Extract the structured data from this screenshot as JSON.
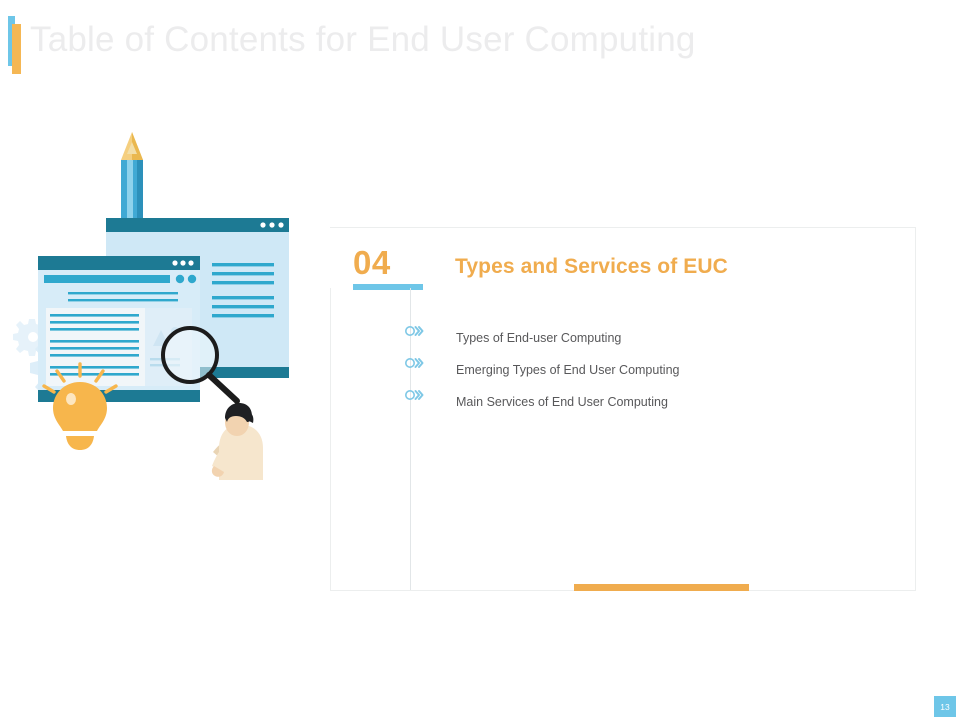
{
  "slide": {
    "title": "Table of Contents for End User Computing",
    "accent_blue": "#6ec6e8",
    "accent_orange": "#f0ac4e",
    "title_color": "#ececed",
    "page_number": "13"
  },
  "section": {
    "number": "04",
    "heading": "Types and Services of EUC",
    "items": [
      {
        "label": "Types of End-user Computing"
      },
      {
        "label": "Emerging Types of End User Computing"
      },
      {
        "label": "Main Services of End User Computing"
      }
    ]
  },
  "illustration": {
    "name": "end-user-computing-illustration",
    "elements": [
      "pencil-icon",
      "gear-icon",
      "browser-window-back",
      "browser-window-front",
      "lightbulb-icon",
      "magnifying-glass-icon",
      "person-figure"
    ],
    "colors": {
      "dark_teal": "#1d7a94",
      "mid_blue": "#2fa8cd",
      "light_blue": "#cbe7f5",
      "pale_blue": "#e8f4fb",
      "orange": "#f7b64c",
      "skin": "#f2d3b0",
      "shirt": "#f6e6cd",
      "pants": "#1c1c1c",
      "hair": "#1f2023"
    }
  }
}
